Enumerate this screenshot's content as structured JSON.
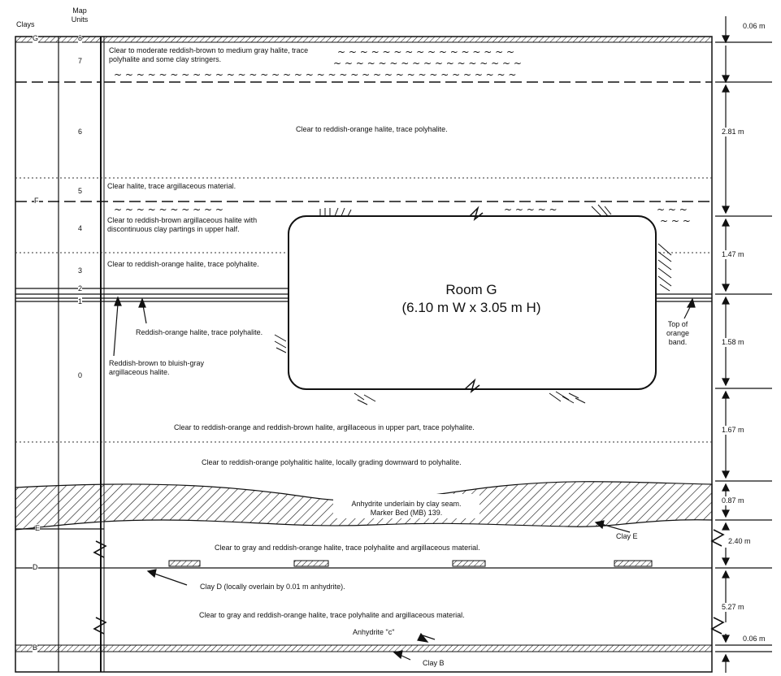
{
  "headers": {
    "clays": "Clays",
    "map_units": "Map\nUnits"
  },
  "clay_labels": [
    "G",
    "F",
    "E",
    "D",
    "B"
  ],
  "unit_labels": [
    "8",
    "7",
    "6",
    "5",
    "4",
    "3",
    "2",
    "1",
    "0"
  ],
  "room": {
    "title": "Room G",
    "dims": "(6.10 m W x 3.05 m H)"
  },
  "descriptions": {
    "u7": "Clear to moderate reddish-brown to medium gray halite, trace polyhalite and some clay stringers.",
    "u6": "Clear to reddish-orange halite, trace polyhalite.",
    "u5": "Clear halite, trace argillaceous material.",
    "u4": "Clear to reddish-brown argillaceous halite with discontinuous clay partings in upper half.",
    "u3": "Clear to reddish-orange halite, trace polyhalite.",
    "u1": "Reddish-orange halite, trace polyhalite.",
    "u0": "Reddish-brown to bluish-gray argillaceous halite.",
    "below_room": "Clear to reddish-orange and reddish-brown halite, argillaceous in upper part, trace polyhalite.",
    "polyhalitic": "Clear to reddish-orange polyhalitic halite, locally grading downward to polyhalite.",
    "mb139": "Anhydrite underlain by clay seam.\nMarker Bed (MB) 139.",
    "below_e": "Clear to gray and reddish-orange halite, trace polyhalite and argillaceous material.",
    "clay_d": "Clay D (locally overlain by 0.01 m anhydrite).",
    "below_d": "Clear to gray and reddish-orange halite, trace polyhalite and argillaceous material.",
    "anhydrite_c": "Anhydrite \"c\"",
    "clay_b": "Clay B",
    "clay_e": "Clay E",
    "top_orange": "Top of\norange\nband."
  },
  "thicknesses": [
    "0.06 m",
    "2.81 m",
    "1.47 m",
    "1.58 m",
    "1.67 m",
    "0.87 m",
    "2.40 m",
    "5.27 m",
    "0.06 m"
  ]
}
